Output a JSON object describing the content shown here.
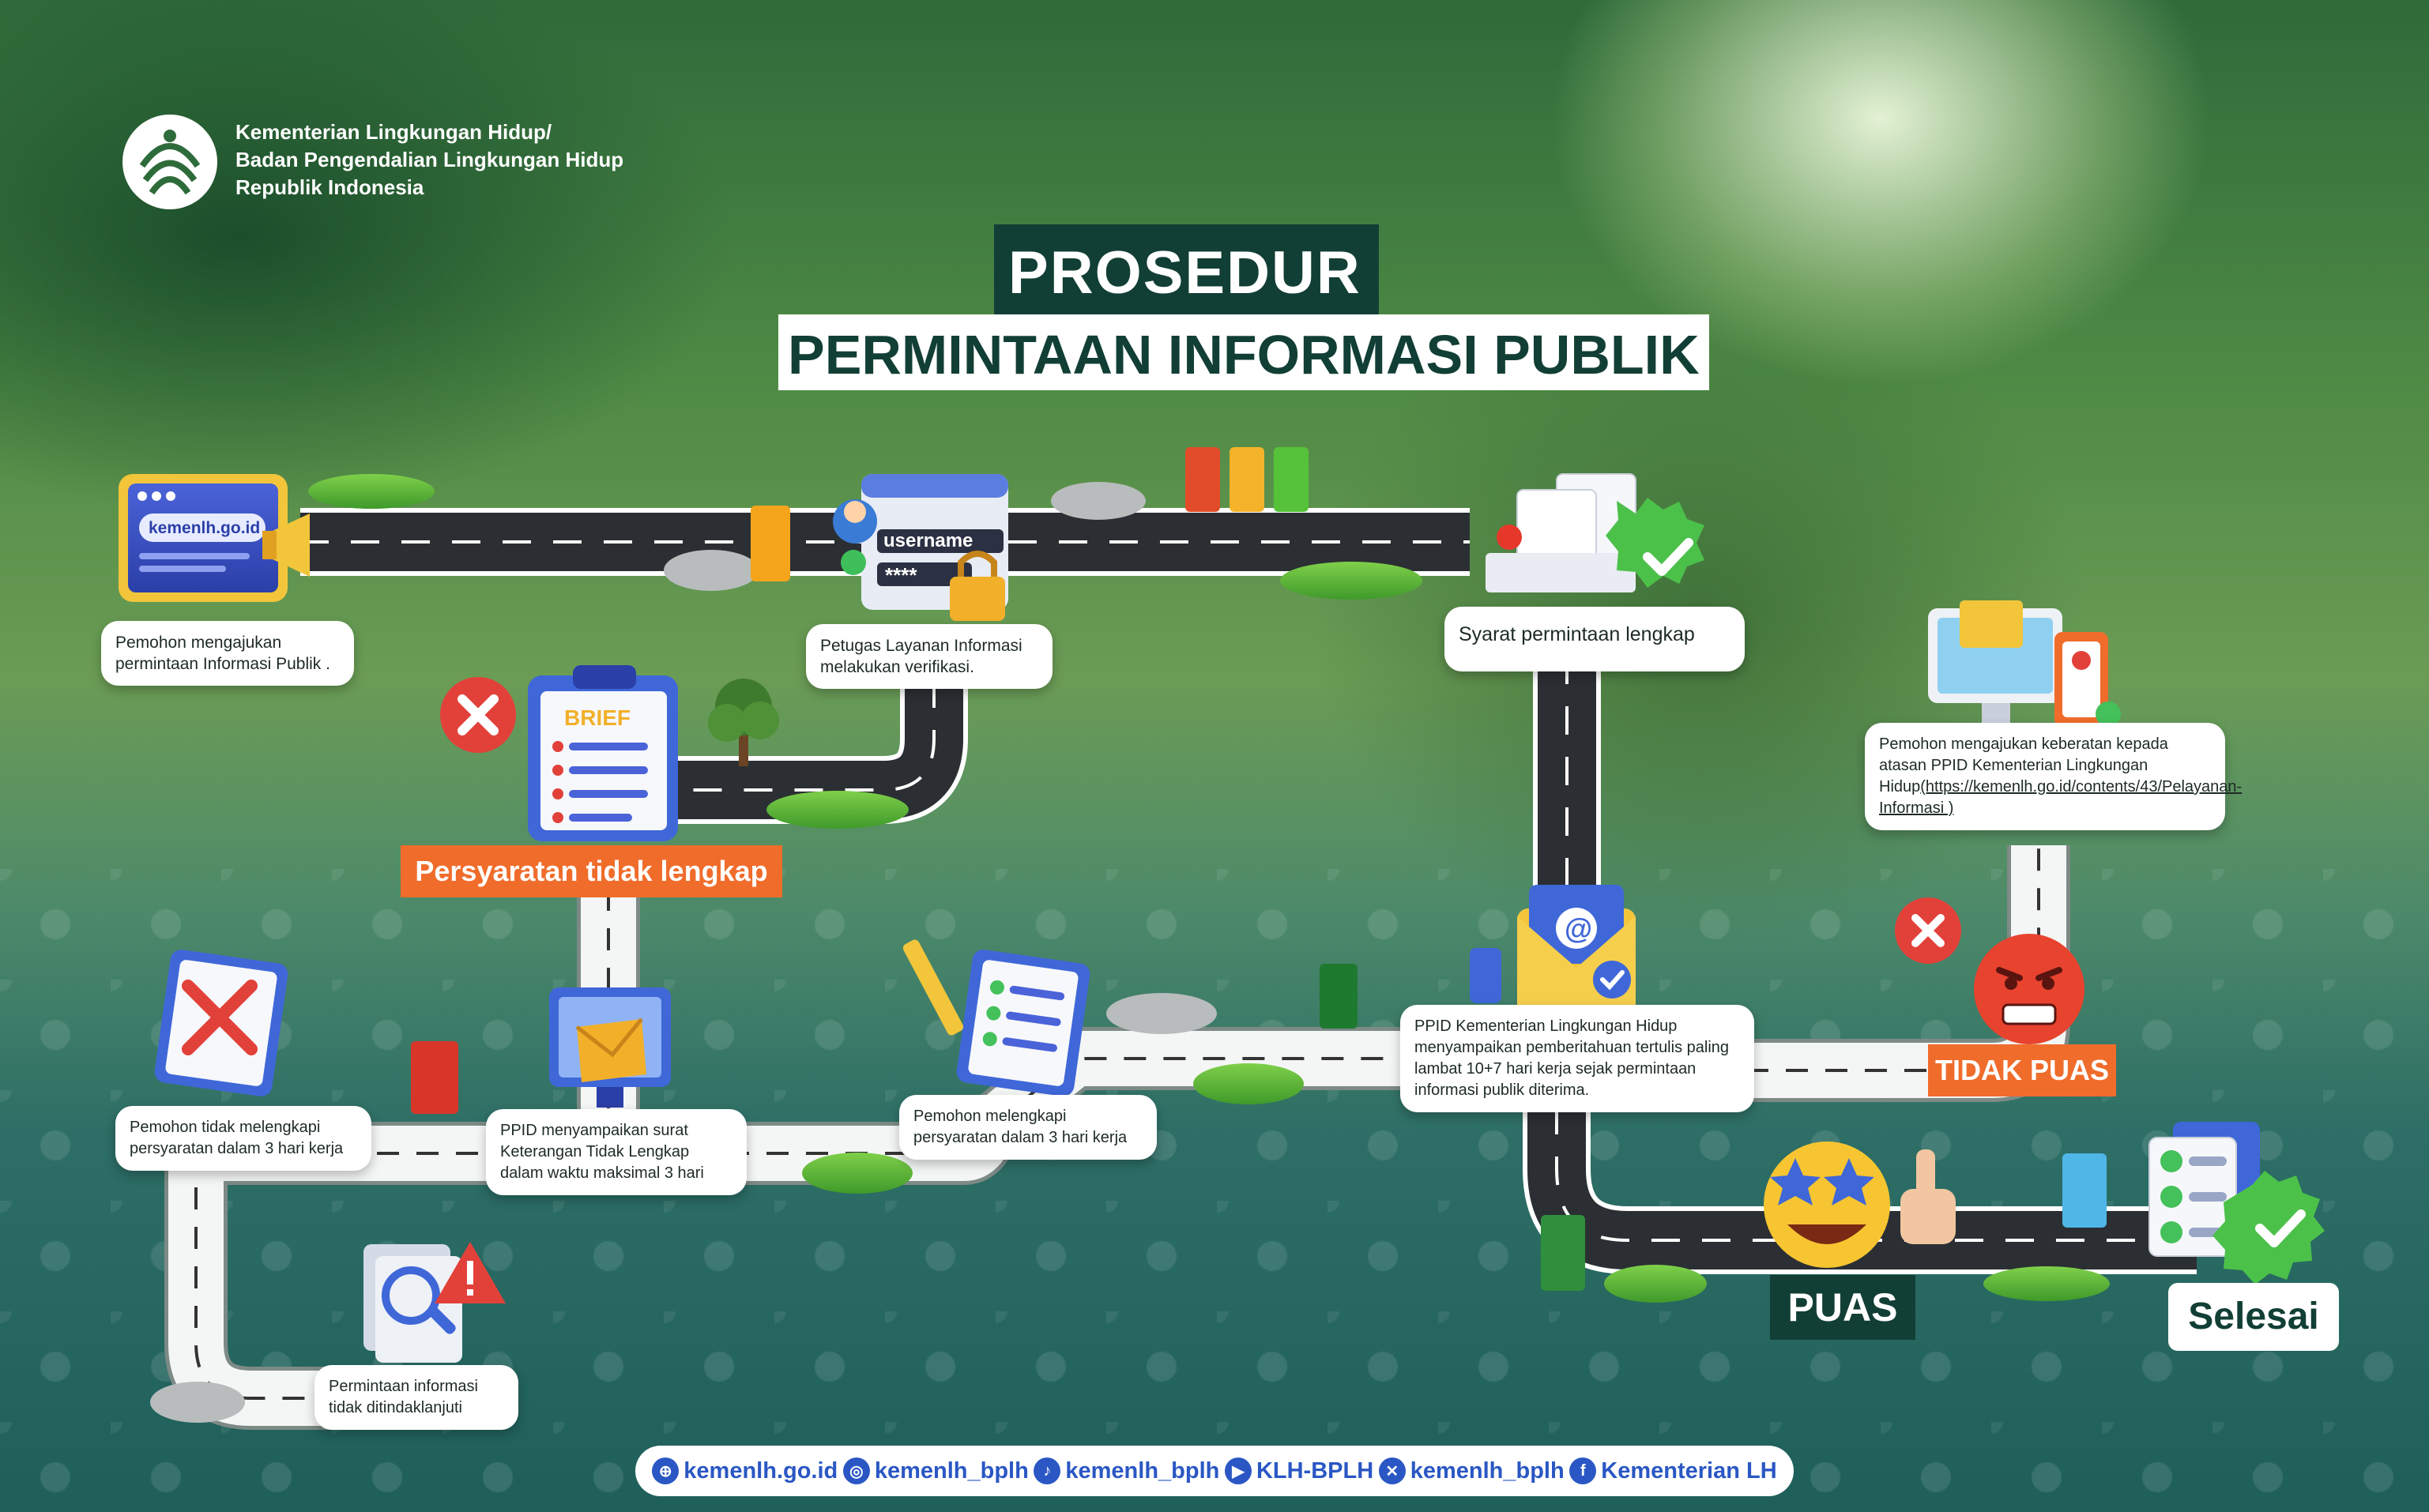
{
  "org": {
    "line1": "Kementerian Lingkungan Hidup/",
    "line2": "Badan Pengendalian Lingkungan Hidup",
    "line3": "Republik Indonesia"
  },
  "title": {
    "line1": "PROSEDUR",
    "line2": "PERMINTAAN INFORMASI PUBLIK"
  },
  "illustrations": {
    "monitor_url": "kemenlh.go.id",
    "username": "username",
    "password": "****",
    "brief": "BRIEF"
  },
  "steps": {
    "s1": "Pemohon mengajukan permintaan Informasi Publik .",
    "s2": "Petugas Layanan Informasi melakukan verifikasi.",
    "s3": "Syarat permintaan lengkap",
    "s4_prefix": "Pemohon mengajukan keberatan kepada atasan PPID Kementerian Lingkungan Hidup",
    "s4_link": "(https://kemenlh.go.id/contents/43/Pelayanan-Informasi )",
    "s5": "PPID Kementerian Lingkungan Hidup menyampaikan pemberitahuan tertulis paling lambat 10+7 hari kerja sejak permintaan informasi publik diterima.",
    "s6": "Pemohon melengkapi persyaratan dalam 3 hari kerja",
    "s7": "PPID menyampaikan surat Keterangan Tidak Lengkap dalam waktu maksimal 3 hari",
    "s8": "Pemohon tidak melengkapi persyaratan dalam 3 hari kerja",
    "s9": "Permintaan informasi tidak ditindaklanjuti"
  },
  "labels": {
    "incomplete": "Persyaratan tidak lengkap",
    "unsatisfied": "TIDAK PUAS",
    "satisfied": "PUAS",
    "done": "Selesai"
  },
  "footer": [
    {
      "icon": "globe-icon",
      "glyph": "⊕",
      "text": "kemenlh.go.id"
    },
    {
      "icon": "instagram-icon",
      "glyph": "◎",
      "text": "kemenlh_bplh"
    },
    {
      "icon": "tiktok-icon",
      "glyph": "♪",
      "text": "kemenlh_bplh"
    },
    {
      "icon": "youtube-icon",
      "glyph": "▶",
      "text": "KLH-BPLH"
    },
    {
      "icon": "x-icon",
      "glyph": "✕",
      "text": "kemenlh_bplh"
    },
    {
      "icon": "facebook-icon",
      "glyph": "f",
      "text": "Kementerian LH"
    }
  ],
  "colors": {
    "dark_green": "#123f35",
    "orange": "#f06c2b",
    "link_blue": "#2a57c4",
    "road": "#2b2f33"
  }
}
